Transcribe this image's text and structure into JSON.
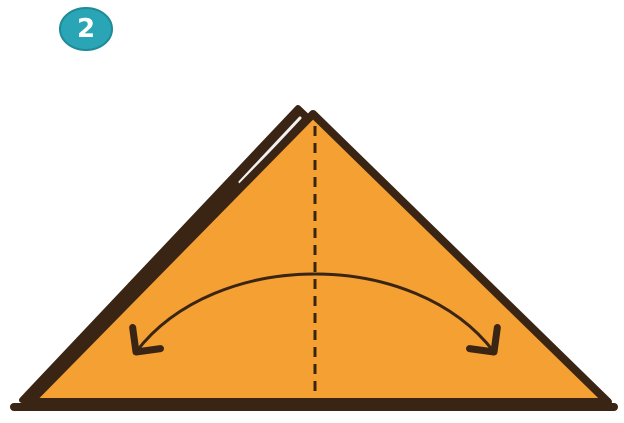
{
  "step": {
    "number": "2",
    "badge_color": "#2aa5b5"
  },
  "diagram": {
    "paper_color": "#f4a033",
    "outline_color": "#3a2414",
    "fold_line": "dashed-vertical-center",
    "arrow": "double-headed-curved"
  }
}
